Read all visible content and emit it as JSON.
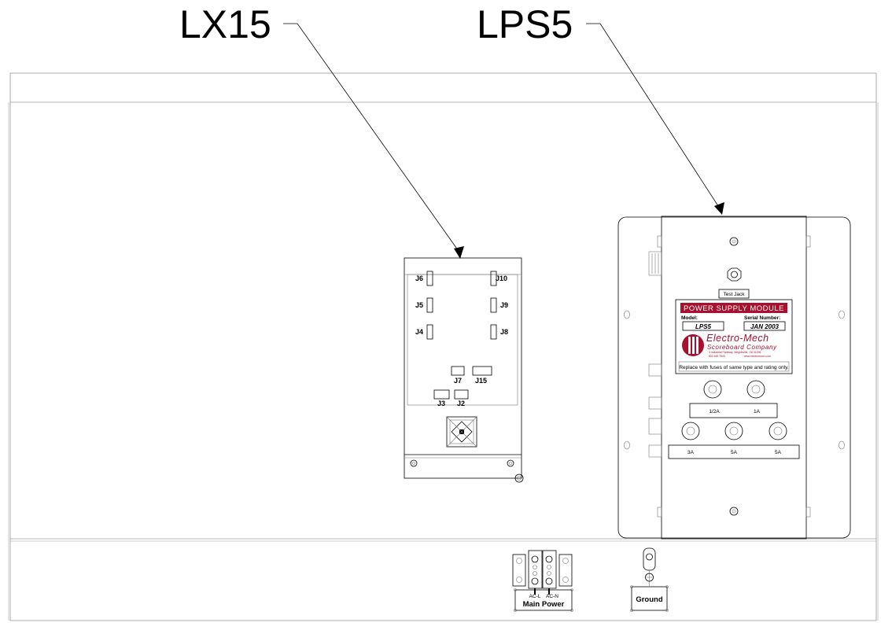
{
  "callouts": {
    "board": "LX15",
    "power_supply": "LPS5"
  },
  "board_connectors": {
    "j6": "J6",
    "j5": "J5",
    "j4": "J4",
    "j10": "J10",
    "j9": "J9",
    "j8": "J8",
    "j7": "J7",
    "j15": "J15",
    "j3": "J3",
    "j2": "J2"
  },
  "power_supply": {
    "test_jack": "Test Jack",
    "label_title": "POWER SUPPLY MODULE",
    "model_label": "Model:",
    "model_value": "LPS5",
    "serial_label": "Serial Number:",
    "serial_value": "JAN 2003",
    "brand": "Electro-Mech",
    "brand_sub": "Scoreboard Company",
    "address": "3 Industrial Parkway, Wrightsville, GA 31096",
    "phone": "800 445 7843",
    "website": "www.electromech.com",
    "fuse_warning": "Replace with fuses of same type and rating only.",
    "fuse_row1": [
      "1/2A",
      "1A"
    ],
    "fuse_row2": [
      "3A",
      "5A",
      "5A"
    ]
  },
  "terminals": {
    "ac_l": "AC-L",
    "ac_n": "AC-N",
    "main_power": "Main Power",
    "ground": "Ground"
  },
  "colors": {
    "label_red": "#a8102e",
    "line": "#000000"
  }
}
